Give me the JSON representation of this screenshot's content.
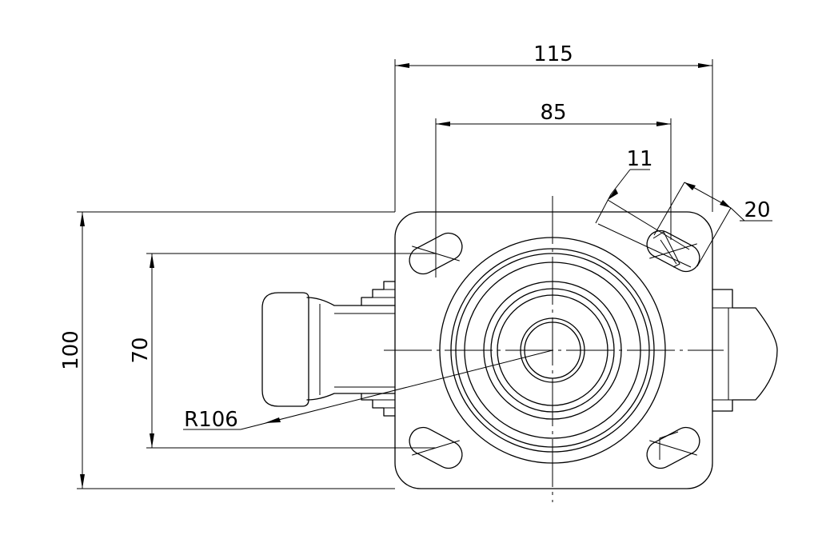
{
  "dimensions": {
    "overall_width": "115",
    "hole_spacing_x": "85",
    "hole_width": "11",
    "hole_length": "20",
    "overall_height": "100",
    "hole_spacing_y": "70",
    "swivel_radius": "R106"
  }
}
